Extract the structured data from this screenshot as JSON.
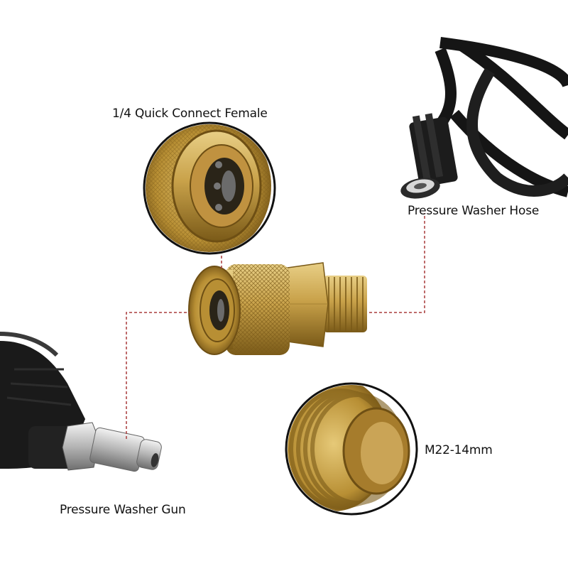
{
  "labels": {
    "quick_connect_female": "1/4 Quick Connect Female",
    "pressure_washer_hose": "Pressure Washer Hose",
    "thread_size": "M22-14mm",
    "pressure_washer_gun": "Pressure Washer Gun"
  },
  "colors": {
    "brass": "#c9a24a",
    "brass_dark": "#8a6a22",
    "hose_black": "#151515",
    "steel": "#c8c8c8",
    "leader_line": "#a83c3c"
  }
}
